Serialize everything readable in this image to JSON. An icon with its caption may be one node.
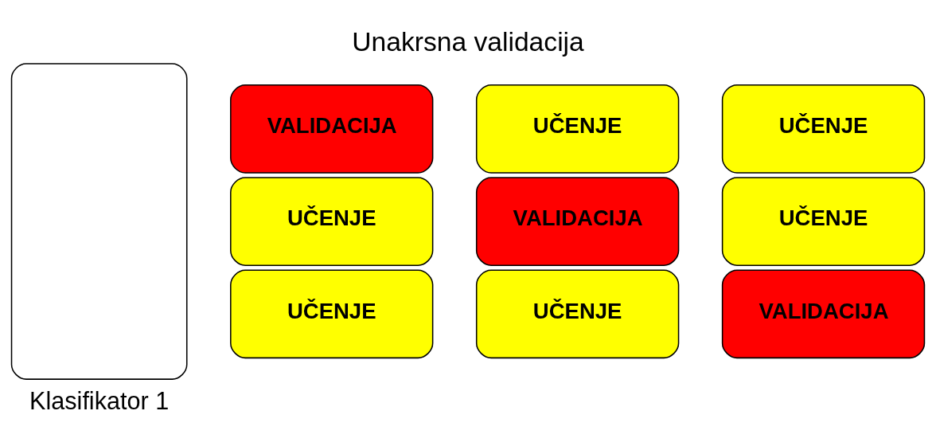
{
  "diagram": {
    "title": "Unakrsna validacija",
    "nodes": [
      {
        "text": [],
        "shape": "box",
        "beside": [
          "Klasifikator 1"
        ]
      },
      {
        "text": [
          "VALIDACIJA"
        ]
      },
      {
        "text": [
          "UČENJE"
        ]
      },
      {
        "text": [
          "UČENJE"
        ]
      },
      {
        "text": [
          "UČENJE"
        ]
      },
      {
        "text": [
          "VALIDACIJA"
        ]
      },
      {
        "text": [
          "UČENJE"
        ]
      },
      {
        "text": [
          "UČENJE"
        ]
      },
      {
        "text": [
          "UČENJE"
        ]
      },
      {
        "text": [
          "VALIDACIJA"
        ]
      }
    ],
    "edges": []
  }
}
